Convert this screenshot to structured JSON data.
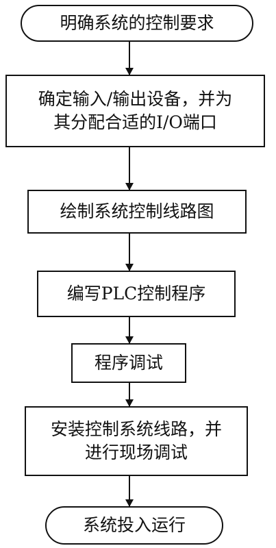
{
  "flowchart": {
    "steps": [
      {
        "lines": [
          "明确系统的控制要求"
        ]
      },
      {
        "lines": [
          "确定输入/输出设备，并为",
          "其分配合适的I/O端口"
        ]
      },
      {
        "lines": [
          "绘制系统控制线路图"
        ]
      },
      {
        "lines": [
          "编写PLC控制程序"
        ]
      },
      {
        "lines": [
          "程序调试"
        ]
      },
      {
        "lines": [
          "安装控制系统线路，并",
          "进行现场调试"
        ]
      },
      {
        "lines": [
          "系统投入运行"
        ]
      }
    ]
  }
}
